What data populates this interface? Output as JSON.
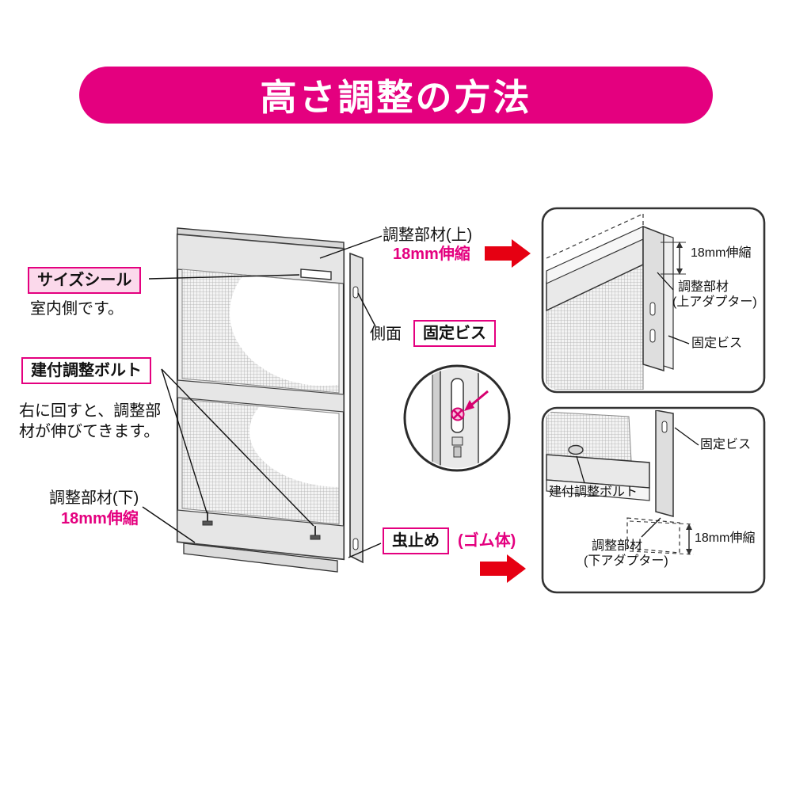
{
  "banner": {
    "title": "高さ調整の方法"
  },
  "main": {
    "adjust_top_label": "調整部材(上)",
    "adjust_top_value": "18mm伸縮",
    "size_seal_label": "サイズシール",
    "size_seal_note": "室内側です。",
    "side_label": "側面",
    "fixing_screw_label": "固定ビス",
    "adjust_bolt_label": "建付調整ボルト",
    "adjust_bolt_note_line1": "右に回すと、調整部",
    "adjust_bolt_note_line2": "材が伸びてきます。",
    "adjust_bottom_label": "調整部材(下)",
    "adjust_bottom_value": "18mm伸縮",
    "insect_stop_label": "虫止め",
    "insect_stop_note": "(ゴム体)"
  },
  "detail_top": {
    "extension_value": "18mm伸縮",
    "member_line1": "調整部材",
    "member_line2": "(上アダプター)",
    "screw_label": "固定ビス"
  },
  "detail_bottom": {
    "screw_label": "固定ビス",
    "bolt_label": "建付調整ボルト",
    "member_line1": "調整部材",
    "member_line2": "(下アダプター)",
    "extension_value": "18mm伸縮"
  },
  "colors": {
    "accent": "#e4007f",
    "arrow_red": "#e60012"
  }
}
